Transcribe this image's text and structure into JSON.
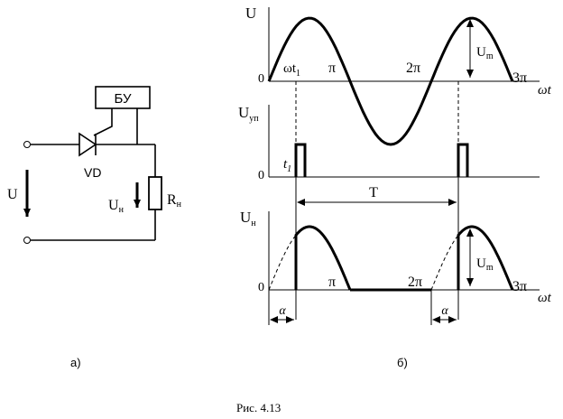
{
  "circuit": {
    "control_unit": "БУ",
    "diode_label": "VD",
    "input_voltage": "U",
    "load_voltage": "U",
    "load_voltage_sub": "н",
    "load_resistor": "R",
    "load_resistor_sub": "н"
  },
  "graphs": {
    "top": {
      "y_label": "U",
      "origin": "0",
      "x_axis": "ωt",
      "wt1": "ωt",
      "wt1_sub": "1",
      "pi": "π",
      "two_pi": "2π",
      "three_pi": "3π",
      "amplitude": "U",
      "amplitude_sub": "m"
    },
    "middle": {
      "y_label": "U",
      "y_label_sub": "уп",
      "origin": "0",
      "t1": "t",
      "t1_sub": "1",
      "period": "T"
    },
    "bottom": {
      "y_label": "U",
      "y_label_sub": "н",
      "origin": "0",
      "x_axis": "ωt",
      "pi": "π",
      "two_pi": "2π",
      "three_pi": "3π",
      "amplitude": "U",
      "amplitude_sub": "m",
      "alpha1": "α",
      "alpha2": "α"
    }
  },
  "captions": {
    "part_a": "а)",
    "part_b": "б)",
    "figure": "Рис. 4.13"
  }
}
